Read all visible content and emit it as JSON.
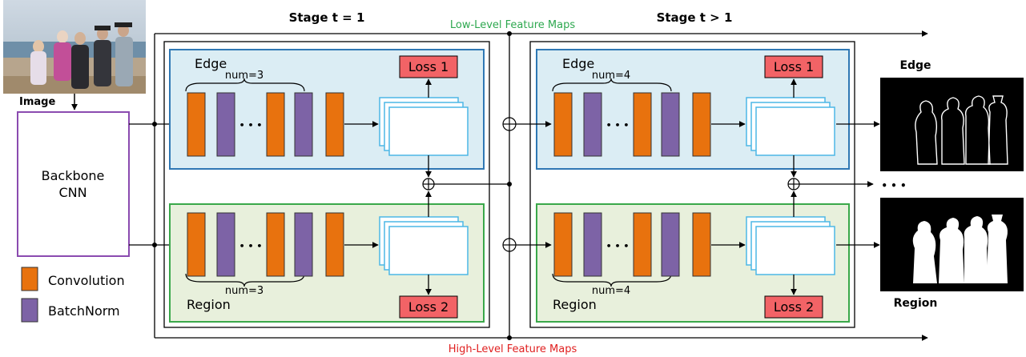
{
  "stages": {
    "first": "Stage  t  =  1",
    "later": "Stage  t  >  1"
  },
  "feature_maps": {
    "low": "Low-Level Feature Maps",
    "high": "High-Level Feature Maps",
    "low_color": "#2ea84f",
    "high_color": "#e02020"
  },
  "input": {
    "image_label": "Image",
    "backbone_line1": "Backbone",
    "backbone_line2": "CNN"
  },
  "branches": {
    "edge": "Edge",
    "region": "Region"
  },
  "counts": {
    "stage1_edge": "num=3",
    "stage1_region": "num=3",
    "stageN_edge": "num=4",
    "stageN_region": "num=4"
  },
  "losses": {
    "loss1": "Loss 1",
    "loss2": "Loss 2"
  },
  "outputs": {
    "edge": "Edge",
    "region": "Region",
    "more": "• • •",
    "ellipsis": "• • •"
  },
  "legend": {
    "convolution": "Convolution",
    "batchnorm": "BatchNorm"
  },
  "colors": {
    "convolution": "#e8720e",
    "batchnorm": "#7d63a6",
    "edge_box": "#dbedf4",
    "edge_border": "#2f78b4",
    "region_box": "#e8f0dc",
    "region_border": "#3aa84a",
    "loss": "#f26366",
    "backbone_border": "#8b4bb0"
  }
}
